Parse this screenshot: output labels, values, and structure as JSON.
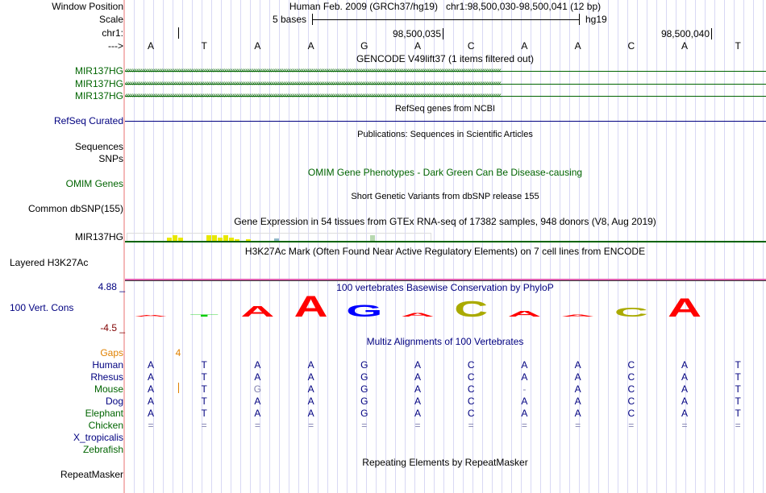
{
  "labels": {
    "window_position": "Window Position",
    "scale": "Scale",
    "chr": "chr1:",
    "strand": "--->"
  },
  "header": {
    "assembly": "Human Feb. 2009 (GRCh37/hg19)",
    "position": "chr1:98,500,030-98,500,041 (12 bp)",
    "scale_label": "5 bases",
    "scale_db": "hg19",
    "tick1": "98,500,035",
    "tick2": "98,500,040"
  },
  "bases": [
    "A",
    "T",
    "A",
    "A",
    "G",
    "A",
    "C",
    "A",
    "A",
    "C",
    "A",
    "T"
  ],
  "gencode": {
    "title": "GENCODE V49lift37 (1 items filtered out)",
    "genes": [
      "MIR137HG",
      "MIR137HG",
      "MIR137HG"
    ]
  },
  "refseq": {
    "title": "RefSeq genes from NCBI",
    "label": "RefSeq Curated"
  },
  "publications": {
    "title": "Publications: Sequences in Scientific Articles",
    "labels": [
      "Sequences",
      "SNPs"
    ]
  },
  "omim": {
    "title": "OMIM Gene Phenotypes - Dark Green Can Be Disease-causing",
    "label": "OMIM Genes"
  },
  "dbsnp": {
    "title": "Short Genetic Variants from dbSNP release 155",
    "label": "Common dbSNP(155)"
  },
  "gtex": {
    "title": "Gene Expression in 54 tissues from GTEx RNA-seq of 17382 samples, 948 donors (V8, Aug 2019)",
    "label": "MIR137HG",
    "bars": [
      0,
      0,
      0,
      0,
      0,
      0,
      0,
      2,
      3,
      2,
      0,
      0,
      0,
      0,
      3,
      3,
      2,
      3,
      2,
      1,
      0.3,
      1,
      0,
      0,
      0,
      0,
      1.5,
      0,
      0,
      0,
      0,
      0,
      0,
      0,
      0,
      0,
      0,
      0,
      0,
      0,
      0,
      0.3,
      0,
      3,
      0,
      0,
      0,
      0,
      0,
      0,
      0,
      0,
      0,
      0.3
    ],
    "colors": [
      "#e8e800",
      "#b8d8b0",
      "#90b8c8",
      "#f0b0b0",
      "#909090"
    ]
  },
  "h3k27ac": {
    "title": "H3K27Ac Mark (Often Found Near Active Regulatory Elements) on 7 cell lines from ENCODE",
    "label": "Layered H3K27Ac"
  },
  "phylop": {
    "title": "100 vertebrates Basewise Conservation by PhyloP",
    "label": "100 Vert. Cons",
    "max": "4.88 _",
    "min": "-4.5 _",
    "scores": [
      0.2,
      0.3,
      1.4,
      2.8,
      1.6,
      0.5,
      2.1,
      0.8,
      0.3,
      1.2,
      2.5,
      0
    ],
    "letter_colors": {
      "A": "#ff0000",
      "C": "#aaaa00",
      "G": "#0000ff",
      "T": "#00cc00"
    }
  },
  "multiz": {
    "title": "Multiz Alignments of 100 Vertebrates",
    "gaps_label": "Gaps",
    "gap_count": "4",
    "species": [
      {
        "name": "Human",
        "color": "#000080",
        "seq": [
          "A",
          "T",
          "A",
          "A",
          "G",
          "A",
          "C",
          "A",
          "A",
          "C",
          "A",
          "T"
        ]
      },
      {
        "name": "Rhesus",
        "color": "#000080",
        "seq": [
          "A",
          "T",
          "A",
          "A",
          "G",
          "A",
          "C",
          "A",
          "A",
          "C",
          "A",
          "T"
        ]
      },
      {
        "name": "Mouse",
        "color": "#006400",
        "seq": [
          "A",
          "T",
          "G",
          "A",
          "G",
          "A",
          "C",
          "-",
          "A",
          "C",
          "A",
          "T"
        ]
      },
      {
        "name": "Dog",
        "color": "#000080",
        "seq": [
          "A",
          "T",
          "A",
          "A",
          "G",
          "A",
          "C",
          "A",
          "A",
          "C",
          "A",
          "T"
        ]
      },
      {
        "name": "Elephant",
        "color": "#006400",
        "seq": [
          "A",
          "T",
          "A",
          "A",
          "G",
          "A",
          "C",
          "A",
          "A",
          "C",
          "A",
          "T"
        ]
      },
      {
        "name": "Chicken",
        "color": "#006400",
        "seq": [
          "=",
          "=",
          "=",
          "=",
          "=",
          "=",
          "=",
          "=",
          "=",
          "=",
          "=",
          "="
        ]
      },
      {
        "name": "X_tropicalis",
        "color": "#000080",
        "seq": []
      },
      {
        "name": "Zebrafish",
        "color": "#006400",
        "seq": []
      }
    ]
  },
  "repeatmasker": {
    "title": "Repeating Elements by RepeatMasker",
    "label": "RepeatMasker"
  }
}
